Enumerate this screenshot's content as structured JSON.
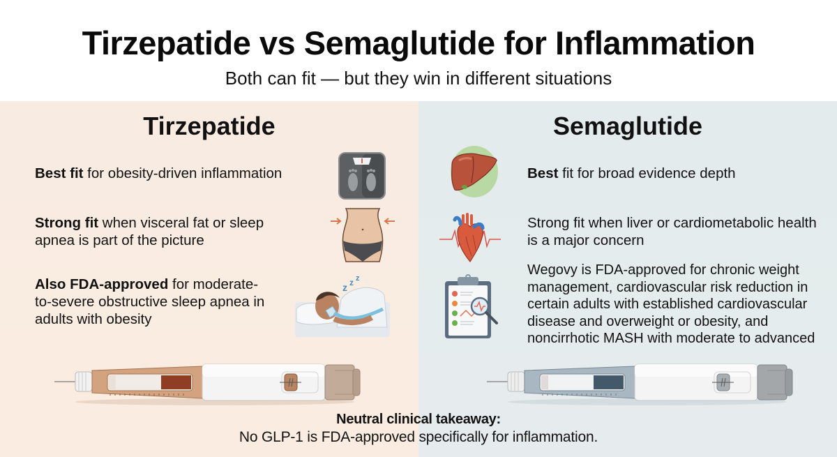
{
  "header": {
    "title": "Tirzepatide vs Semaglutide for Inflammation",
    "subtitle": "Both can fit — but they win in different situations"
  },
  "left_panel": {
    "title": "Tirzepatide",
    "background": "#f9ebe0",
    "items": [
      {
        "bold": "Best fit",
        "text": " for obesity-driven inflammation",
        "icon": "weight-scale-icon"
      },
      {
        "bold": "Strong fit",
        "text": " when visceral fat or sleep apnea is part of the picture",
        "icon": "waist-measure-icon"
      },
      {
        "bold": "Also FDA-approved",
        "text": " for moderate-to-severe obstructive sleep apnea in adults with obesity",
        "icon": "sleeping-cpap-icon"
      }
    ],
    "pen": {
      "icon": "injection-pen-icon",
      "accent": "#c8946e",
      "fluid": "#8a3c22"
    }
  },
  "right_panel": {
    "title": "Semaglutide",
    "background": "#e5ecec",
    "items": [
      {
        "bold": "Best",
        "text": " fit for broad evidence depth",
        "icon": "liver-icon"
      },
      {
        "bold": "",
        "text": "Strong fit when liver or cardiometabolic health is a major concern",
        "icon": "heart-ecg-icon"
      },
      {
        "bold": "",
        "text": "Wegovy is FDA-approved for chronic weight management, cardiovascular risk reduction in certain adults with established cardiovascular disease and overweight or obesity, and noncirrhotic MASH with moderate to advanced",
        "icon": "clipboard-magnifier-icon"
      }
    ],
    "pen": {
      "icon": "injection-pen-icon",
      "accent": "#9fb0bd",
      "fluid": "#3f5866"
    }
  },
  "takeaway": {
    "heading": "Neutral clinical takeaway:",
    "text": "No GLP-1 is FDA-approved specifically for inflammation."
  }
}
